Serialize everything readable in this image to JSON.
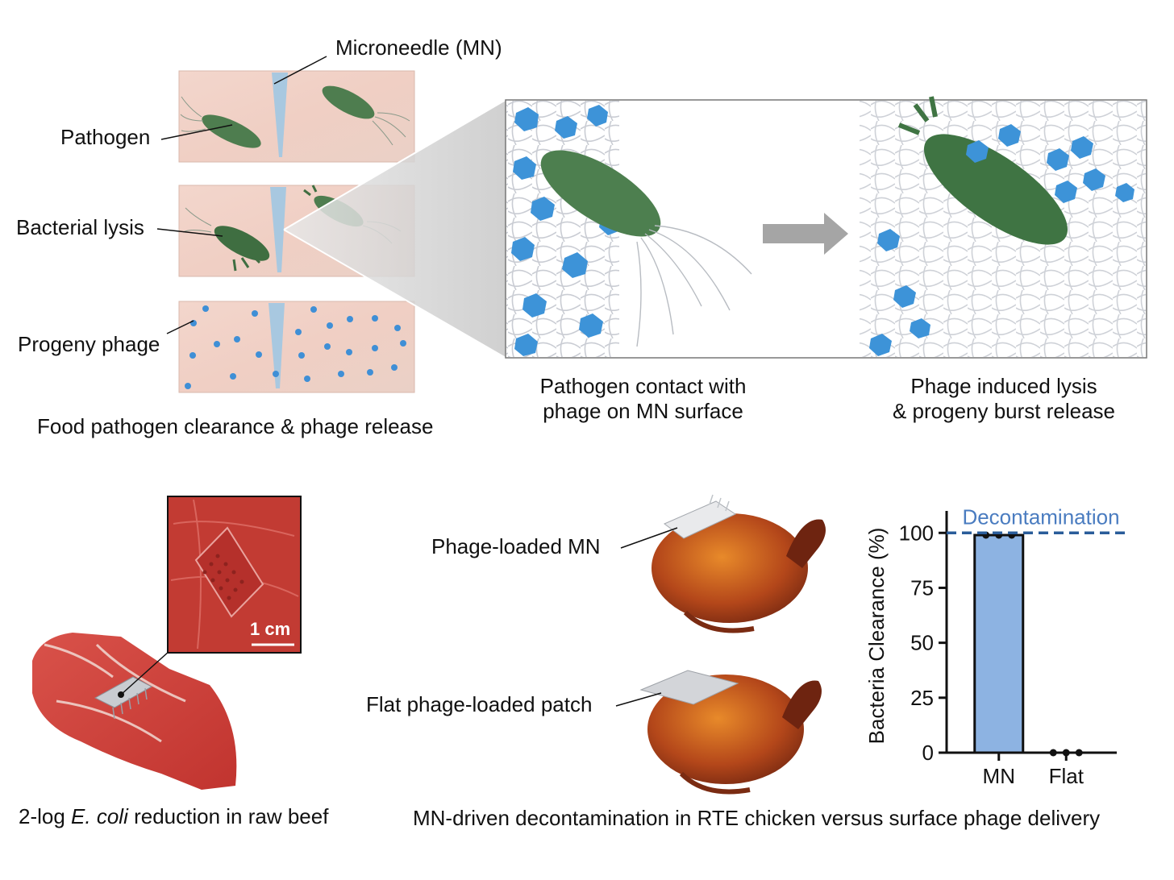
{
  "top_left": {
    "label_microneedle": "Microneedle (MN)",
    "label_pathogen": "Pathogen",
    "label_lysis": "Bacterial lysis",
    "label_progeny": "Progeny phage",
    "caption": "Food pathogen clearance & phage release"
  },
  "top_right": {
    "caption_left_line1": "Pathogen contact with",
    "caption_left_line2": "phage on MN surface",
    "caption_right_line1": "Phage induced lysis",
    "caption_right_line2": "& progeny burst release"
  },
  "bottom_left": {
    "scale_bar": "1 cm",
    "caption_pre": "2-log ",
    "caption_italic": "E. coli",
    "caption_post": " reduction in raw beef"
  },
  "bottom_right": {
    "label_mn": "Phage-loaded MN",
    "label_flat": "Flat phage-loaded patch",
    "caption": "MN-driven decontamination in RTE chicken versus surface phage delivery"
  },
  "chart_data": {
    "type": "bar",
    "categories": [
      "MN",
      "Flat"
    ],
    "values": [
      99,
      0
    ],
    "points": [
      [
        99,
        99,
        99
      ],
      [
        0,
        0,
        0
      ]
    ],
    "ylabel": "Bacteria Clearance (%)",
    "ylim": [
      0,
      110
    ],
    "yticks": [
      "0",
      "25",
      "50",
      "75",
      "100"
    ],
    "reference_line": {
      "value": 100,
      "label": "Decontamination",
      "style": "dashed"
    },
    "colors": {
      "bar": "#8db3e2",
      "reference": "#2a5c9a",
      "reference_label": "#4a7cc0"
    }
  }
}
